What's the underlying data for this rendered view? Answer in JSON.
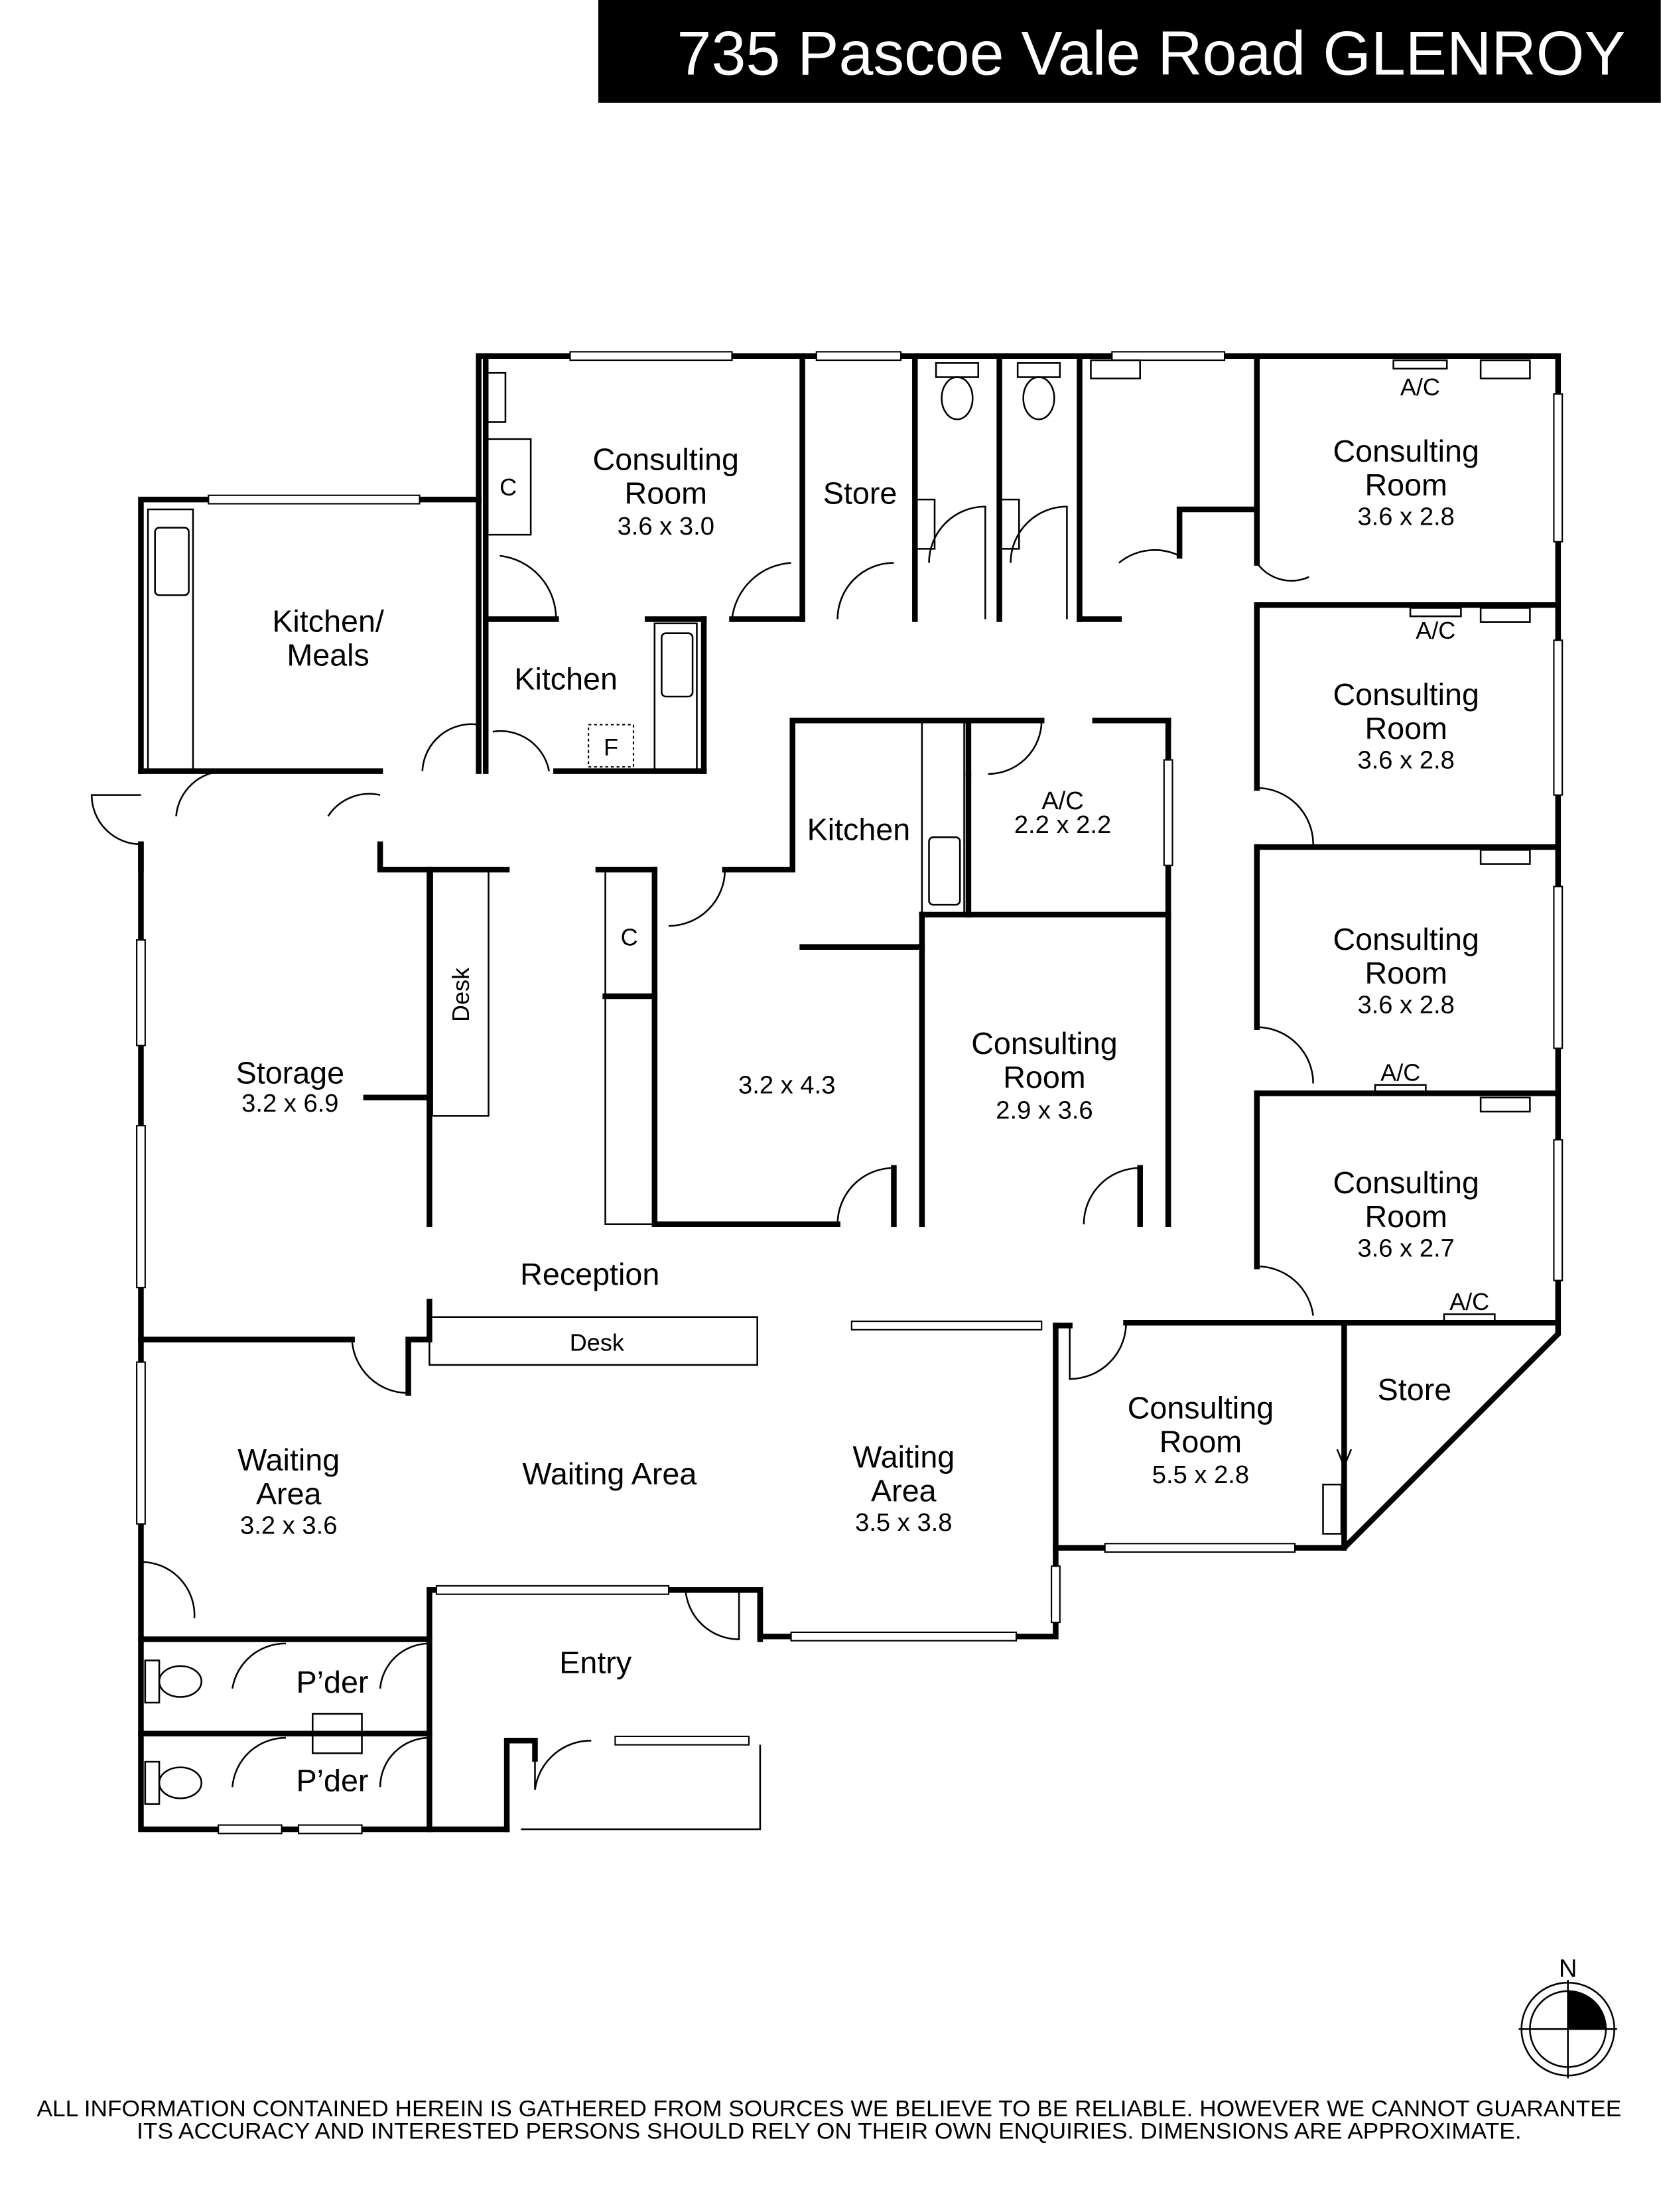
{
  "header": {
    "title": "735 Pascoe Vale Road GLENROY",
    "bar_color": "#000000"
  },
  "rooms": {
    "consulting_nw": {
      "name_1": "Consulting",
      "name_2": "Room",
      "dim": "3.6 x 3.0"
    },
    "store_n": {
      "name": "Store"
    },
    "kitchen_meals": {
      "name_1": "Kitchen/",
      "name_2": "Meals"
    },
    "kitchen_small": {
      "name": "Kitchen"
    },
    "kitchen_mid": {
      "name": "Kitchen"
    },
    "ac_room": {
      "name": "A/C",
      "dim": "2.2 x 2.2"
    },
    "room_mid": {
      "dim": "3.2 x 4.3"
    },
    "consulting_mid": {
      "name_1": "Consulting",
      "name_2": "Room",
      "dim": "2.9 x 3.6"
    },
    "consulting_e1": {
      "name_1": "Consulting",
      "name_2": "Room",
      "dim": "3.6 x 2.8"
    },
    "consulting_e2": {
      "name_1": "Consulting",
      "name_2": "Room",
      "dim": "3.6 x 2.8"
    },
    "consulting_e3": {
      "name_1": "Consulting",
      "name_2": "Room",
      "dim": "3.6 x 2.8"
    },
    "consulting_e4": {
      "name_1": "Consulting",
      "name_2": "Room",
      "dim": "3.6 x 2.7"
    },
    "consulting_s": {
      "name_1": "Consulting",
      "name_2": "Room",
      "dim": "5.5 x 2.8"
    },
    "store_se": {
      "name": "Store"
    },
    "storage": {
      "name": "Storage",
      "dim": "3.2 x 6.9"
    },
    "reception": {
      "name": "Reception"
    },
    "waiting_w": {
      "name_1": "Waiting",
      "name_2": "Area",
      "dim": "3.2 x 3.6"
    },
    "waiting_mid": {
      "name": "Waiting Area"
    },
    "waiting_e": {
      "name_1": "Waiting",
      "name_2": "Area",
      "dim": "3.5 x 3.8"
    },
    "entry": {
      "name": "Entry"
    },
    "pder_1": {
      "name": "P’der"
    },
    "pder_2": {
      "name": "P’der"
    }
  },
  "fixtures": {
    "desk_vertical": "Desk",
    "desk_reception": "Desk",
    "cupboard_1": "C",
    "cupboard_2": "C",
    "fridge": "F",
    "ac_1": "A/C",
    "ac_2": "A/C",
    "ac_3": "A/C",
    "ac_4": "A/C"
  },
  "compass": {
    "label": "N"
  },
  "disclaimer": {
    "line_1": "ALL INFORMATION CONTAINED HEREIN IS GATHERED FROM SOURCES WE BELIEVE TO BE RELIABLE. HOWEVER WE CANNOT GUARANTEE",
    "line_2": "ITS ACCURACY AND INTERESTED PERSONS SHOULD RELY ON THEIR OWN ENQUIRIES. DIMENSIONS ARE APPROXIMATE."
  }
}
